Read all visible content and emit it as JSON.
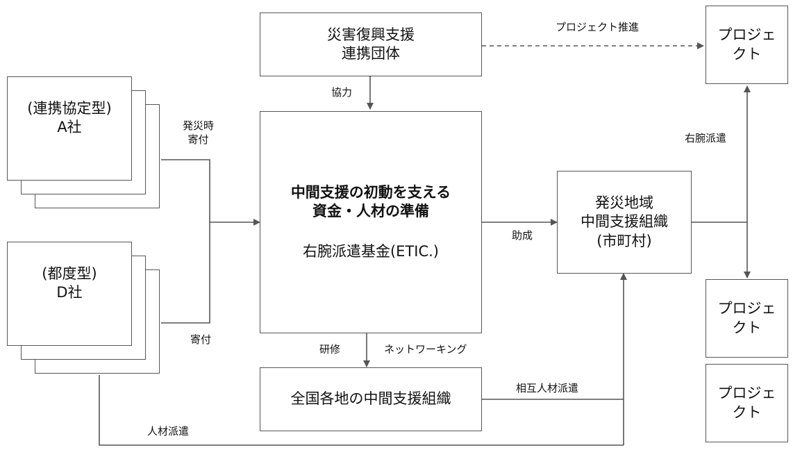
{
  "nodes": {
    "disaster_org": {
      "lines": [
        "災害復興支援",
        "連携団体"
      ]
    },
    "company_a": {
      "lines": [
        "(連携協定型)",
        "A社"
      ]
    },
    "company_d": {
      "lines": [
        "(都度型)",
        "D社"
      ]
    },
    "central": {
      "title_lines": [
        "中間支援の初動を支える",
        "資金・人材の準備"
      ],
      "subtitle": "右腕派遣基金(ETIC.)"
    },
    "local_org": {
      "lines": [
        "発災地域",
        "中間支援組織",
        "(市町村)"
      ]
    },
    "national_orgs": {
      "label": "全国各地の中間支援組織"
    },
    "projects": [
      {
        "lines": [
          "プロジェ",
          "クト"
        ]
      },
      {
        "lines": [
          "プロジェ",
          "クト"
        ]
      },
      {
        "lines": [
          "プロジェ",
          "クト"
        ]
      }
    ]
  },
  "edges": {
    "project_promotion": "プロジェクト推進",
    "cooperation": "協力",
    "donation_on_disaster": [
      "発災時",
      "寄付"
    ],
    "donation": "寄付",
    "grant": "助成",
    "right_hand_dispatch": "右腕派遣",
    "training": "研修",
    "networking": "ネットワーキング",
    "mutual_dispatch": "相互人材派遣",
    "personnel_dispatch": "人材派遣"
  }
}
